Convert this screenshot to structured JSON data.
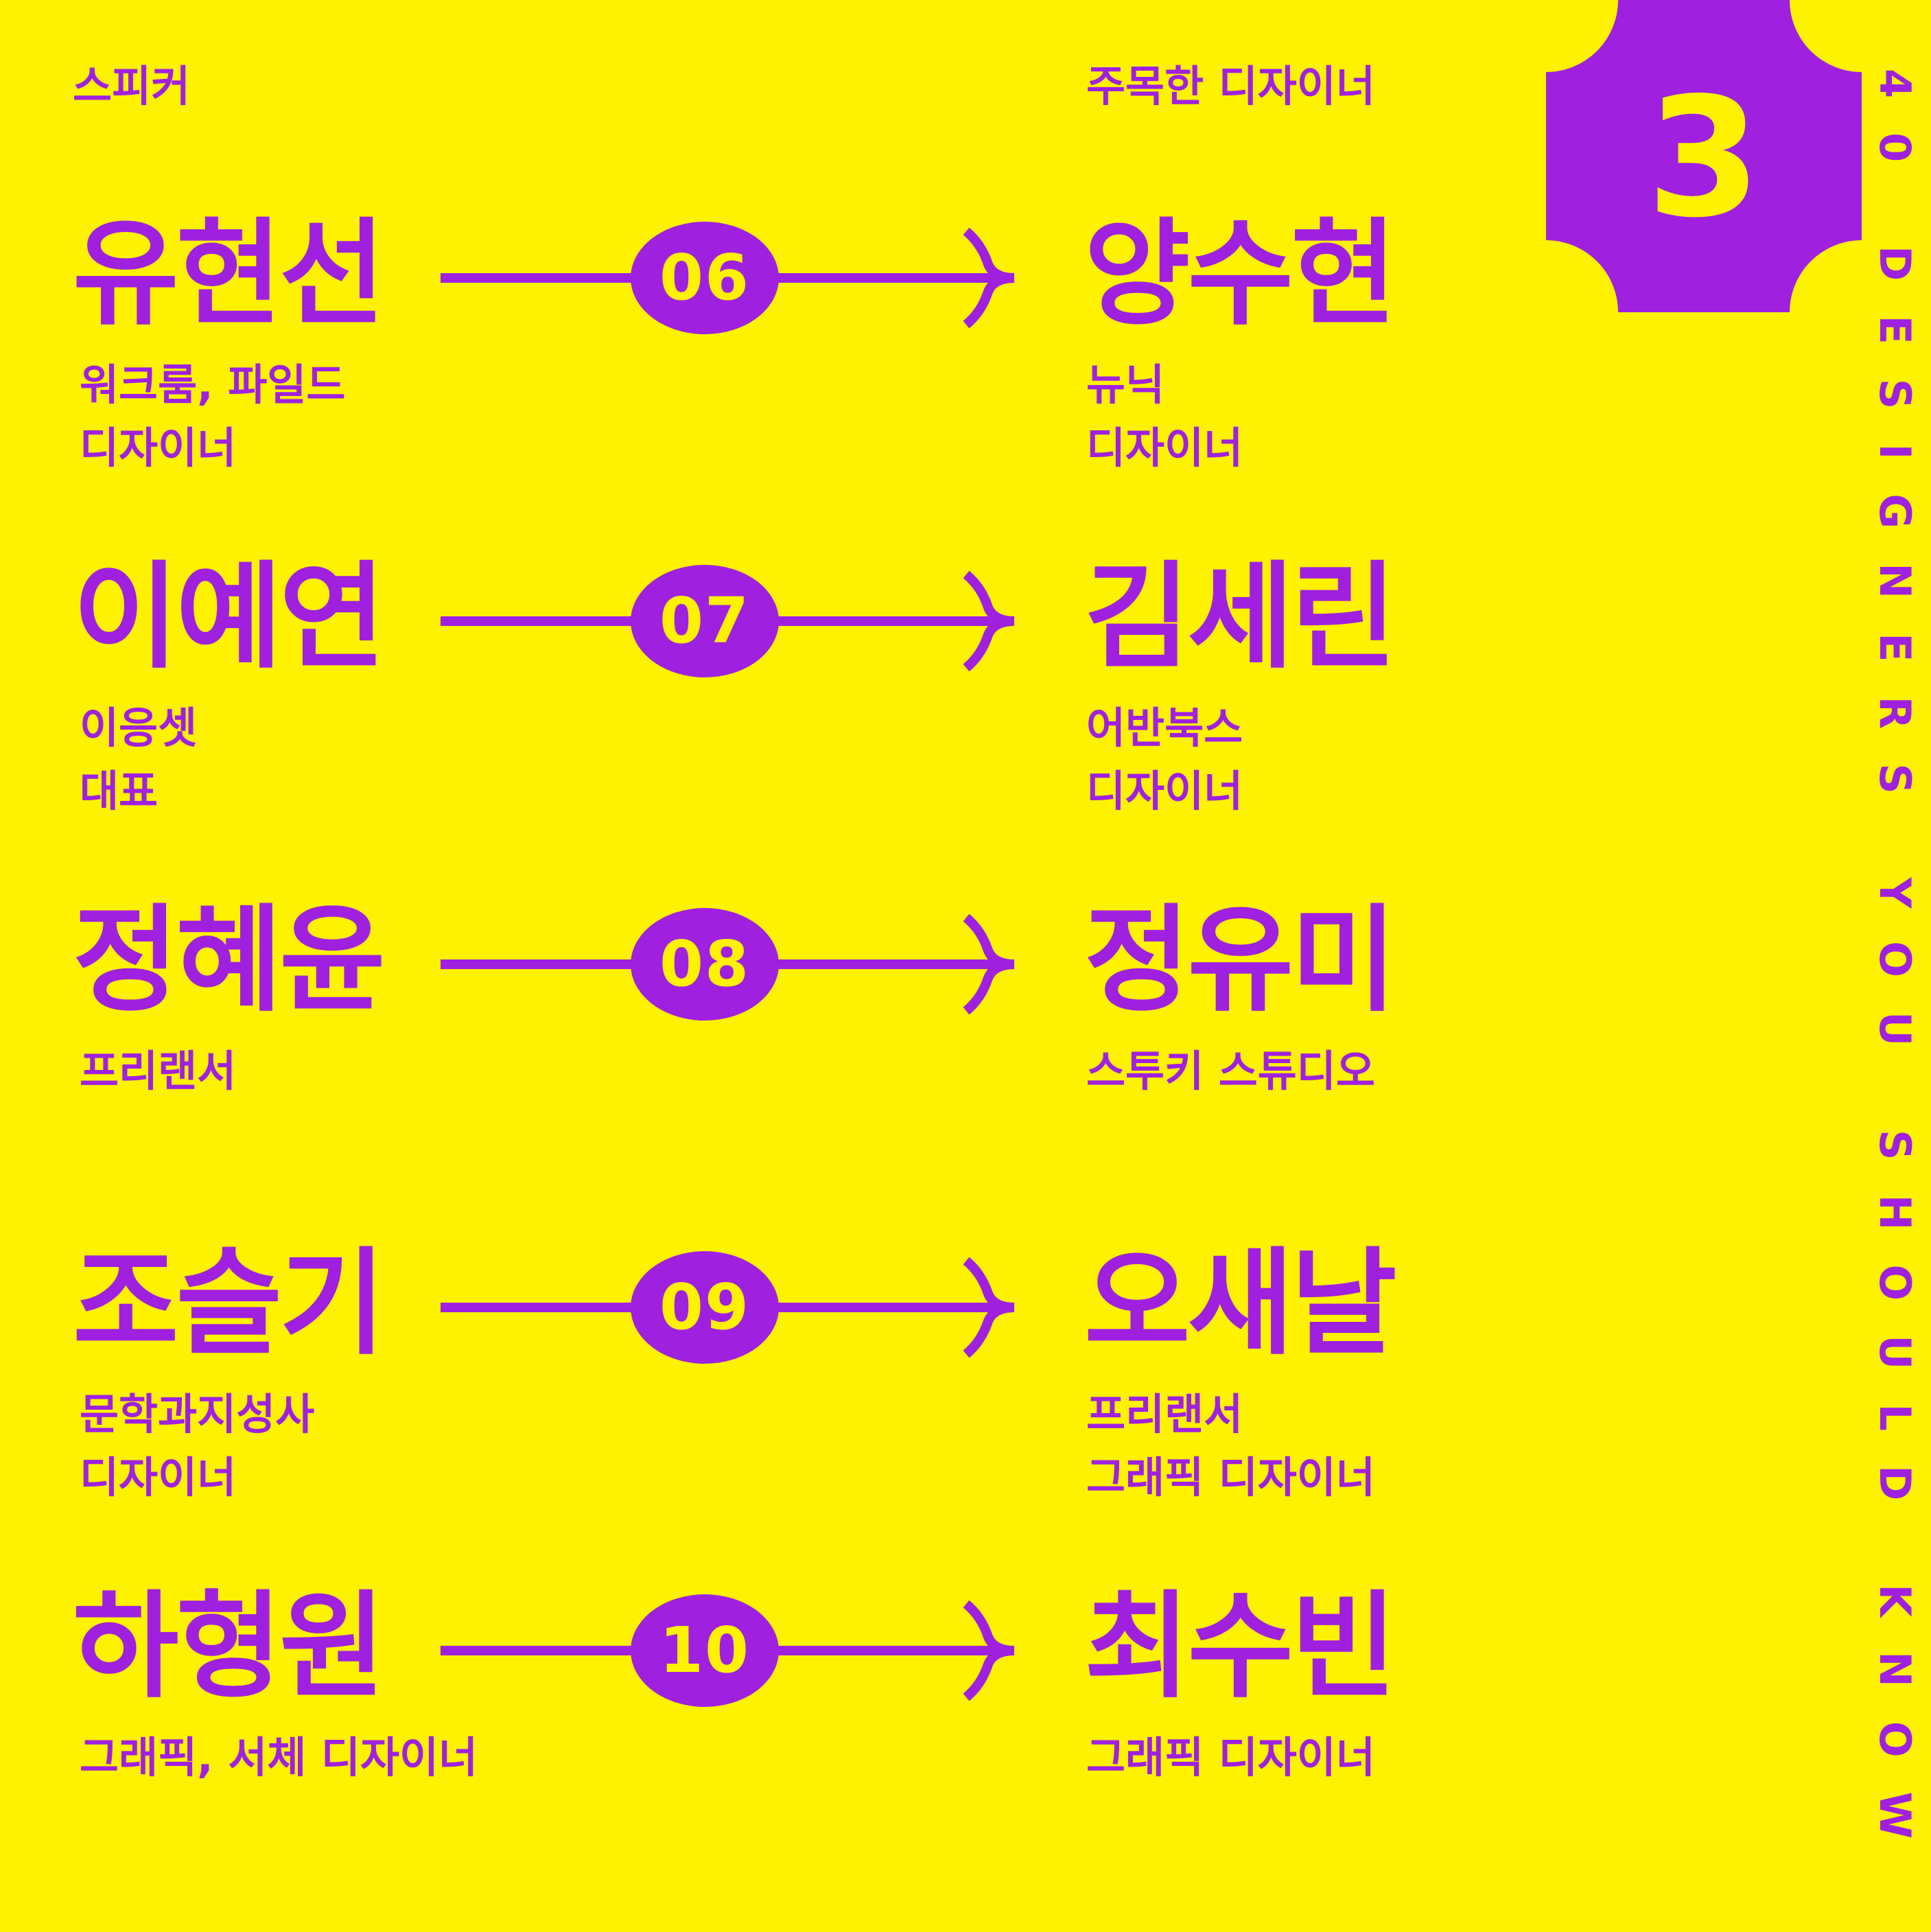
{
  "header": {
    "left": "스피커",
    "right": "주목한 디자이너"
  },
  "badge": "3",
  "side_text": "40 DESIGNERS YOU SHOULD KNOW",
  "pairs": [
    {
      "number": "06",
      "speaker": "유현선",
      "speaker_role": [
        "워크룸, 파일드",
        "디자이너"
      ],
      "designer": "양수현",
      "designer_role": [
        "뉴닉",
        "디자이너"
      ]
    },
    {
      "number": "07",
      "speaker": "이예연",
      "speaker_role": [
        "이응셋",
        "대표"
      ],
      "designer": "김세린",
      "designer_role": [
        "어반북스",
        "디자이너"
      ]
    },
    {
      "number": "08",
      "speaker": "정혜윤",
      "speaker_role": [
        "프리랜서"
      ],
      "designer": "정유미",
      "designer_role": [
        "스투키 스튜디오"
      ]
    },
    {
      "number": "09",
      "speaker": "조슬기",
      "speaker_role": [
        "문학과지성사",
        "디자이너"
      ],
      "designer": "오새날",
      "designer_role": [
        "프리랜서",
        "그래픽 디자이너"
      ]
    },
    {
      "number": "10",
      "speaker": "하형원",
      "speaker_role": [
        "그래픽, 서체 디자이너"
      ],
      "designer": "최수빈",
      "designer_role": [
        "그래픽 디자이너"
      ]
    }
  ],
  "colors": {
    "background": "#FFF200",
    "accent": "#A020E0"
  }
}
